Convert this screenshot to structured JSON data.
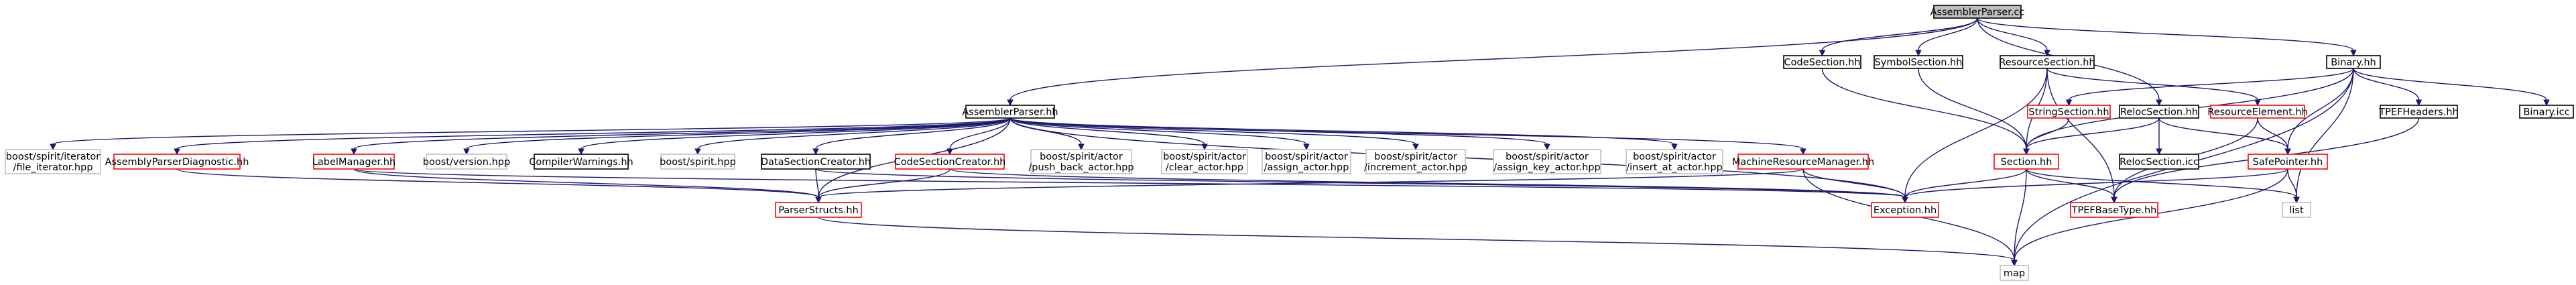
{
  "diagram": {
    "title": "",
    "colors": {
      "edge": "#191970",
      "root_fill": "#bfbfbf",
      "root_border": "#000000",
      "documented_border": "#000000",
      "undocumented_border": "#ff0000",
      "external_border": "#bfbfbf",
      "node_fill": "#ffffff"
    },
    "nodes": [
      {
        "id": "AssemblerParser_cc",
        "label": [
          "AssemblerParser.cc"
        ],
        "kind": "root"
      },
      {
        "id": "CodeSection_hh",
        "label": [
          "CodeSection.hh"
        ],
        "kind": "documented"
      },
      {
        "id": "SymbolSection_hh",
        "label": [
          "SymbolSection.hh"
        ],
        "kind": "documented"
      },
      {
        "id": "ResourceSection_hh",
        "label": [
          "ResourceSection.hh"
        ],
        "kind": "documented"
      },
      {
        "id": "Binary_hh",
        "label": [
          "Binary.hh"
        ],
        "kind": "documented"
      },
      {
        "id": "AssemblerParser_hh",
        "label": [
          "AssemblerParser.hh"
        ],
        "kind": "documented"
      },
      {
        "id": "StringSection_hh",
        "label": [
          "StringSection.hh"
        ],
        "kind": "undocumented"
      },
      {
        "id": "RelocSection_hh",
        "label": [
          "RelocSection.hh"
        ],
        "kind": "documented"
      },
      {
        "id": "ResourceElement_hh",
        "label": [
          "ResourceElement.hh"
        ],
        "kind": "undocumented"
      },
      {
        "id": "TPEFHeaders_hh",
        "label": [
          "TPEFHeaders.hh"
        ],
        "kind": "documented"
      },
      {
        "id": "Binary_icc",
        "label": [
          "Binary.icc"
        ],
        "kind": "documented"
      },
      {
        "id": "file_iterator",
        "label": [
          "boost/spirit/iterator",
          "/file_iterator.hpp"
        ],
        "kind": "external"
      },
      {
        "id": "AssemblyParserDiagnostic_hh",
        "label": [
          "AssemblyParserDiagnostic.hh"
        ],
        "kind": "undocumented"
      },
      {
        "id": "LabelManager_hh",
        "label": [
          "LabelManager.hh"
        ],
        "kind": "undocumented"
      },
      {
        "id": "boost_version",
        "label": [
          "boost/version.hpp"
        ],
        "kind": "external"
      },
      {
        "id": "CompilerWarnings_hh",
        "label": [
          "CompilerWarnings.hh"
        ],
        "kind": "documented"
      },
      {
        "id": "boost_spirit",
        "label": [
          "boost/spirit.hpp"
        ],
        "kind": "external"
      },
      {
        "id": "DataSectionCreator_hh",
        "label": [
          "DataSectionCreator.hh"
        ],
        "kind": "documented"
      },
      {
        "id": "CodeSectionCreator_hh",
        "label": [
          "CodeSectionCreator.hh"
        ],
        "kind": "undocumented"
      },
      {
        "id": "push_back_actor",
        "label": [
          "boost/spirit/actor",
          "/push_back_actor.hpp"
        ],
        "kind": "external"
      },
      {
        "id": "clear_actor",
        "label": [
          "boost/spirit/actor",
          "/clear_actor.hpp"
        ],
        "kind": "external"
      },
      {
        "id": "assign_actor",
        "label": [
          "boost/spirit/actor",
          "/assign_actor.hpp"
        ],
        "kind": "external"
      },
      {
        "id": "increment_actor",
        "label": [
          "boost/spirit/actor",
          "/increment_actor.hpp"
        ],
        "kind": "external"
      },
      {
        "id": "assign_key_actor",
        "label": [
          "boost/spirit/actor",
          "/assign_key_actor.hpp"
        ],
        "kind": "external"
      },
      {
        "id": "insert_at_actor",
        "label": [
          "boost/spirit/actor",
          "/insert_at_actor.hpp"
        ],
        "kind": "external"
      },
      {
        "id": "MachineResourceManager_hh",
        "label": [
          "MachineResourceManager.hh"
        ],
        "kind": "undocumented"
      },
      {
        "id": "Section_hh",
        "label": [
          "Section.hh"
        ],
        "kind": "undocumented"
      },
      {
        "id": "RelocSection_icc",
        "label": [
          "RelocSection.icc"
        ],
        "kind": "documented"
      },
      {
        "id": "SafePointer_hh",
        "label": [
          "SafePointer.hh"
        ],
        "kind": "undocumented"
      },
      {
        "id": "ParserStructs_hh",
        "label": [
          "ParserStructs.hh"
        ],
        "kind": "undocumented"
      },
      {
        "id": "Exception_hh",
        "label": [
          "Exception.hh"
        ],
        "kind": "undocumented"
      },
      {
        "id": "TPEFBaseType_hh",
        "label": [
          "TPEFBaseType.hh"
        ],
        "kind": "undocumented"
      },
      {
        "id": "list",
        "label": [
          "list"
        ],
        "kind": "external"
      },
      {
        "id": "map",
        "label": [
          "map"
        ],
        "kind": "external"
      }
    ],
    "edges": [
      [
        "AssemblerParser_cc",
        "CodeSection_hh"
      ],
      [
        "AssemblerParser_cc",
        "SymbolSection_hh"
      ],
      [
        "AssemblerParser_cc",
        "ResourceSection_hh"
      ],
      [
        "AssemblerParser_cc",
        "Binary_hh"
      ],
      [
        "AssemblerParser_cc",
        "AssemblerParser_hh"
      ],
      [
        "AssemblerParser_cc",
        "RelocSection_hh"
      ],
      [
        "CodeSection_hh",
        "Section_hh"
      ],
      [
        "SymbolSection_hh",
        "Section_hh"
      ],
      [
        "ResourceSection_hh",
        "Section_hh"
      ],
      [
        "ResourceSection_hh",
        "ResourceElement_hh"
      ],
      [
        "ResourceSection_hh",
        "TPEFBaseType_hh"
      ],
      [
        "ResourceSection_hh",
        "Exception_hh"
      ],
      [
        "Binary_hh",
        "StringSection_hh"
      ],
      [
        "Binary_hh",
        "Section_hh"
      ],
      [
        "Binary_hh",
        "SafePointer_hh"
      ],
      [
        "Binary_hh",
        "TPEFHeaders_hh"
      ],
      [
        "Binary_hh",
        "Binary_icc"
      ],
      [
        "Binary_hh",
        "list"
      ],
      [
        "Binary_hh",
        "map"
      ],
      [
        "StringSection_hh",
        "Section_hh"
      ],
      [
        "RelocSection_hh",
        "Section_hh"
      ],
      [
        "RelocSection_hh",
        "SafePointer_hh"
      ],
      [
        "RelocSection_hh",
        "RelocSection_icc"
      ],
      [
        "ResourceElement_hh",
        "SafePointer_hh"
      ],
      [
        "ResourceElement_hh",
        "TPEFBaseType_hh"
      ],
      [
        "TPEFHeaders_hh",
        "TPEFBaseType_hh"
      ],
      [
        "Section_hh",
        "Exception_hh"
      ],
      [
        "Section_hh",
        "TPEFBaseType_hh"
      ],
      [
        "Section_hh",
        "list"
      ],
      [
        "Section_hh",
        "map"
      ],
      [
        "SafePointer_hh",
        "Exception_hh"
      ],
      [
        "SafePointer_hh",
        "list"
      ],
      [
        "SafePointer_hh",
        "map"
      ],
      [
        "AssemblerParser_hh",
        "file_iterator"
      ],
      [
        "AssemblerParser_hh",
        "AssemblyParserDiagnostic_hh"
      ],
      [
        "AssemblerParser_hh",
        "LabelManager_hh"
      ],
      [
        "AssemblerParser_hh",
        "boost_version"
      ],
      [
        "AssemblerParser_hh",
        "CompilerWarnings_hh"
      ],
      [
        "AssemblerParser_hh",
        "boost_spirit"
      ],
      [
        "AssemblerParser_hh",
        "DataSectionCreator_hh"
      ],
      [
        "AssemblerParser_hh",
        "CodeSectionCreator_hh"
      ],
      [
        "AssemblerParser_hh",
        "push_back_actor"
      ],
      [
        "AssemblerParser_hh",
        "clear_actor"
      ],
      [
        "AssemblerParser_hh",
        "assign_actor"
      ],
      [
        "AssemblerParser_hh",
        "increment_actor"
      ],
      [
        "AssemblerParser_hh",
        "assign_key_actor"
      ],
      [
        "AssemblerParser_hh",
        "insert_at_actor"
      ],
      [
        "AssemblerParser_hh",
        "MachineResourceManager_hh"
      ],
      [
        "AssemblerParser_hh",
        "ParserStructs_hh"
      ],
      [
        "AssemblerParser_hh",
        "Exception_hh"
      ],
      [
        "AssemblyParserDiagnostic_hh",
        "ParserStructs_hh"
      ],
      [
        "LabelManager_hh",
        "ParserStructs_hh"
      ],
      [
        "LabelManager_hh",
        "Exception_hh"
      ],
      [
        "DataSectionCreator_hh",
        "ParserStructs_hh"
      ],
      [
        "DataSectionCreator_hh",
        "Exception_hh"
      ],
      [
        "CodeSectionCreator_hh",
        "ParserStructs_hh"
      ],
      [
        "CodeSectionCreator_hh",
        "Exception_hh"
      ],
      [
        "MachineResourceManager_hh",
        "ParserStructs_hh"
      ],
      [
        "MachineResourceManager_hh",
        "Exception_hh"
      ],
      [
        "MachineResourceManager_hh",
        "map"
      ],
      [
        "ParserStructs_hh",
        "map"
      ]
    ]
  }
}
